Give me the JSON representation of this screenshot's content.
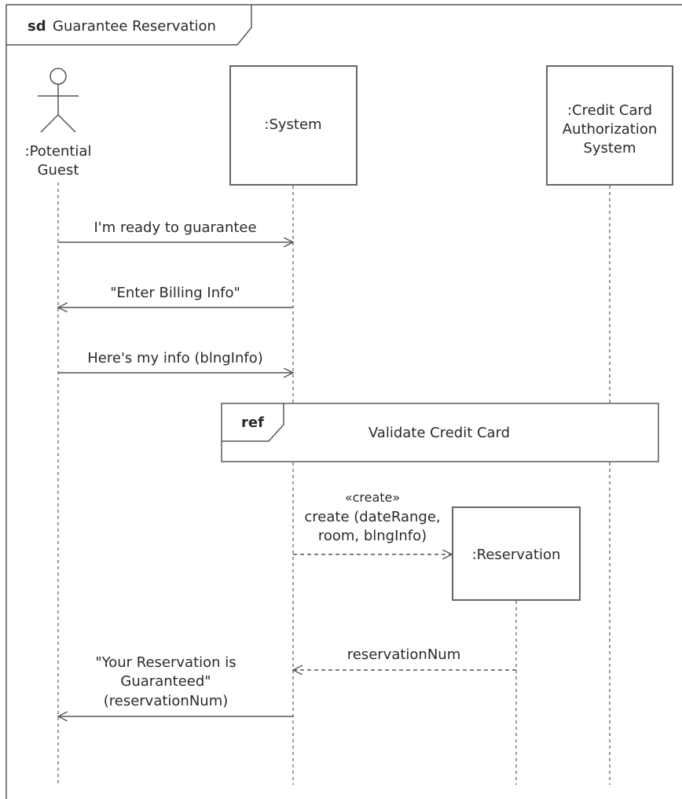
{
  "frame": {
    "operator": "sd",
    "name": "Guarantee Reservation"
  },
  "lifelines": {
    "guest": {
      "line1": ":Potential",
      "line2": "Guest"
    },
    "system": {
      "label": ":System"
    },
    "credit": {
      "line1": ":Credit Card",
      "line2": "Authorization",
      "line3": "System"
    },
    "reservation": {
      "label": ":Reservation"
    }
  },
  "messages": {
    "m1": {
      "label": "I'm ready to guarantee"
    },
    "m2": {
      "label": "\"Enter Billing Info\""
    },
    "m3": {
      "label": "Here's my info (blngInfo)"
    },
    "m4": {
      "stereotype": "«create»",
      "line1": "create (dateRange,",
      "line2": "room, blngInfo)"
    },
    "m5": {
      "label": "reservationNum"
    },
    "m6": {
      "line1": "\"Your Reservation is",
      "line2": "Guaranteed\"",
      "line3": "(reservationNum)"
    }
  },
  "ref": {
    "tag": "ref",
    "label": "Validate Credit Card"
  }
}
